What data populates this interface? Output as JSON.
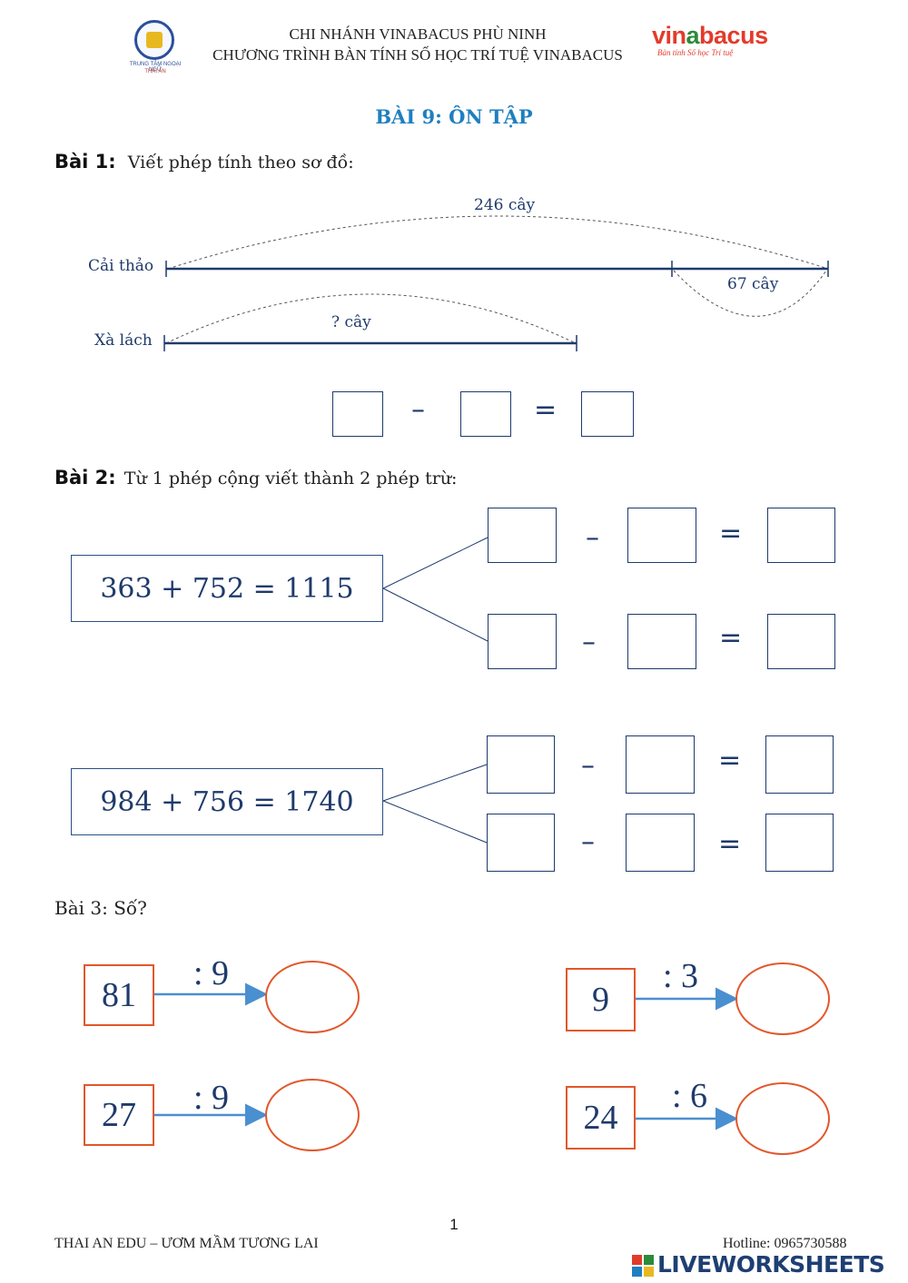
{
  "header": {
    "line1": "CHI NHÁNH VINABACUS PHÙ NINH",
    "line2": "CHƯƠNG TRÌNH BÀN TÍNH SỐ HỌC TRÍ TUỆ VINABACUS",
    "left_logo_text": "TRUNG TÂM NGOẠI NGỮ",
    "left_logo_sub": "THÁI AN",
    "right_logo_prefix": "vin",
    "right_logo_accent": "a",
    "right_logo_suffix": "bacus",
    "right_logo_tagline": "Bàn tính Số học Trí tuệ"
  },
  "title": "BÀI 9: ÔN TẬP",
  "ex1": {
    "label": "Bài 1:",
    "text": "Viết phép tính theo sơ đồ:",
    "total_label": "246 cây",
    "row1_label": "Cải thảo",
    "part_label": "67 cây",
    "row2_label": "Xà lách",
    "unknown_label": "? cây",
    "minus": "–",
    "equals": "="
  },
  "ex2": {
    "label": "Bài 2:",
    "text": "Từ 1 phép cộng viết thành 2 phép trừ:",
    "eq1": "363 + 752 = 1115",
    "eq2": "984 + 756 = 1740",
    "minus": "–",
    "equals": "="
  },
  "ex3": {
    "title": "Bài 3: Số?",
    "items": [
      {
        "num": "81",
        "op": ": 9"
      },
      {
        "num": "9",
        "op": ": 3"
      },
      {
        "num": "27",
        "op": ": 9"
      },
      {
        "num": "24",
        "op": ": 6"
      }
    ]
  },
  "page_number": "1",
  "footer": {
    "left": "THAI AN EDU – ƯƠM MẦM TƯƠNG LAI",
    "right": "Hotline: 0965730588"
  },
  "watermark": "LIVEWORKSHEETS",
  "colors": {
    "title": "#1f7fc0",
    "ink": "#1f3a6b",
    "orange": "#e2572b",
    "arrow": "#4a8fd0"
  }
}
